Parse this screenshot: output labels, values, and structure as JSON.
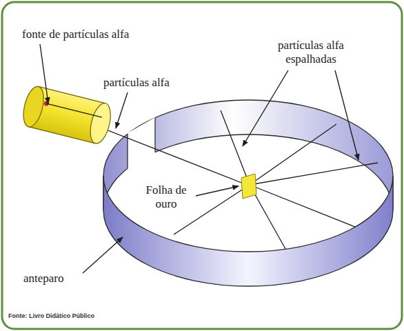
{
  "diagram": {
    "labels": [
      "fonte de partículas alfa",
      "partículas alfa",
      "partículas alfa espalhadas",
      "Folha de ouro",
      "anteparo",
      "Fonte: Livro Didático Público"
    ]
  }
}
